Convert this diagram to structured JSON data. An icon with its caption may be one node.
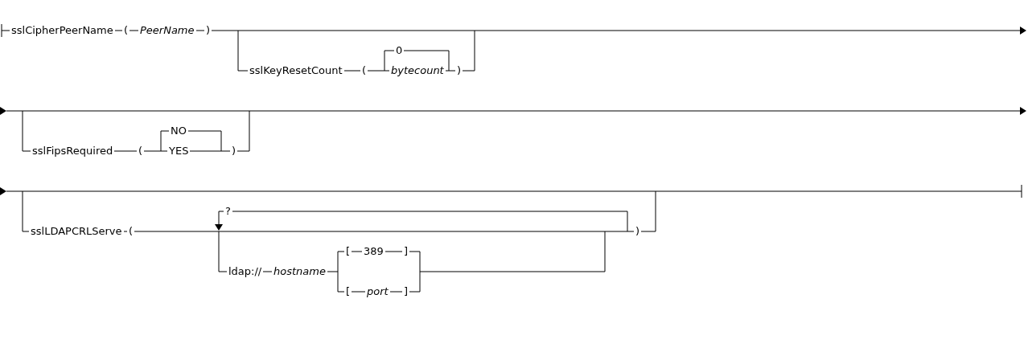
{
  "diagram": {
    "labels": [
      "sslCipherPeerName",
      "(",
      "PeerName",
      ")",
      "sslKeyResetCount",
      "(",
      "0",
      "bytecount",
      ")",
      "sslFipsRequired",
      "(",
      "NO",
      "YES",
      ")",
      "sslLDAPCRLServe",
      "(",
      "?",
      "ldap://",
      "hostname",
      "[",
      "389",
      "]",
      "[",
      "port",
      "]",
      ")"
    ]
  }
}
